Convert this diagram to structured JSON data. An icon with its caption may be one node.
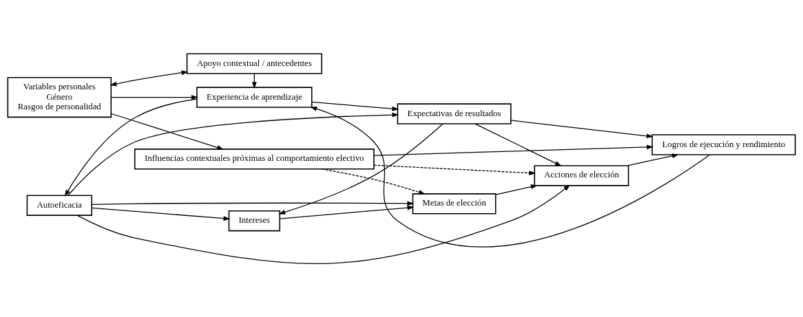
{
  "diagram": {
    "nodes": [
      {
        "text": [
          "Variables personales",
          "Género",
          "Rasgos de personalidad"
        ]
      },
      {
        "text": [
          "Influencias contextuales próximas al comportamiento electivo"
        ]
      },
      {
        "text": [
          "Autoeficacia"
        ]
      },
      {
        "text": [
          "Experiencia de aprendizaje"
        ]
      },
      {
        "text": [
          "Intereses"
        ]
      },
      {
        "text": [
          "Metas de elección"
        ]
      },
      {
        "text": [
          "Expectativas de resultados"
        ]
      },
      {
        "text": [
          "Acciones de elección"
        ]
      },
      {
        "text": [
          "Apoyo contextual / antecedentes"
        ]
      },
      {
        "text": [
          "Logros de ejecución y rendimiento"
        ]
      }
    ],
    "edges": [
      {
        "from": 0,
        "to": 1,
        "arrow": "to"
      },
      {
        "from": 0,
        "to": 8,
        "arrow": "both"
      },
      {
        "from": 0,
        "to": 3,
        "arrow": "to"
      },
      {
        "from": 8,
        "to": 3,
        "arrow": "to"
      },
      {
        "from": 3,
        "to": 2,
        "arrow": "to"
      },
      {
        "from": 3,
        "to": 6,
        "arrow": "to"
      },
      {
        "from": 2,
        "to": 4,
        "arrow": "to"
      },
      {
        "from": 2,
        "to": 5,
        "arrow": "to"
      },
      {
        "from": 2,
        "to": 7,
        "arrow": "to"
      },
      {
        "from": 2,
        "to": 6,
        "arrow": "to"
      },
      {
        "from": 6,
        "to": 4,
        "arrow": "to"
      },
      {
        "from": 6,
        "to": 7,
        "arrow": "to"
      },
      {
        "from": 6,
        "to": 9,
        "arrow": "to"
      },
      {
        "from": 4,
        "to": 5,
        "arrow": "to"
      },
      {
        "from": 5,
        "to": 7,
        "arrow": "to"
      },
      {
        "from": 7,
        "to": 9,
        "arrow": "to"
      },
      {
        "from": 1,
        "to": 5,
        "arrow": "to",
        "style": "dashed"
      },
      {
        "from": 1,
        "to": 7,
        "arrow": "to",
        "style": "dashed"
      },
      {
        "from": 1,
        "to": 9,
        "arrow": "to"
      },
      {
        "from": 9,
        "to": 3,
        "arrow": "to"
      }
    ]
  }
}
